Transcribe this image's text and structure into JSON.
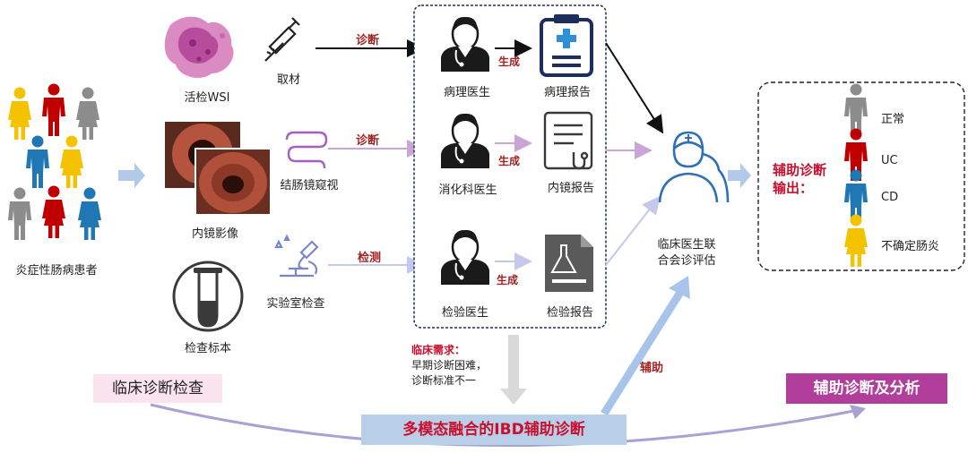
{
  "patients": {
    "label": "炎症性肠病患者"
  },
  "inputs": {
    "wsi": "活检WSI",
    "endo_image": "内镜影像",
    "specimen": "检查标本"
  },
  "procedures": {
    "sampling": "取材",
    "colonoscopy": "结肠镜窥视",
    "lab_test": "实验室检查"
  },
  "arrows": {
    "diagnose_1": "诊断",
    "diagnose_2": "诊断",
    "detect": "检测",
    "generate_1": "生成",
    "generate_2": "生成",
    "generate_3": "生成",
    "assist": "辅助"
  },
  "doctors": {
    "pathologist": "病理医生",
    "gastro": "消化科医生",
    "lab": "检验医生"
  },
  "reports": {
    "pathology": "病理报告",
    "endoscopy": "内镜报告",
    "lab": "检验报告"
  },
  "joint": {
    "line1": "临床医生联",
    "line2": "合会诊评估"
  },
  "output": {
    "title_line1": "辅助诊断",
    "title_line2": "输出：",
    "items": [
      {
        "label": "正常",
        "color": "#8c8c8c"
      },
      {
        "label": "UC",
        "color": "#c00000"
      },
      {
        "label": "CD",
        "color": "#1f77b4"
      },
      {
        "label": "不确定肠炎",
        "color": "#f5c200"
      }
    ]
  },
  "clinical_needs": {
    "title": "临床需求：",
    "line1": "早期诊断困难，",
    "line2": "诊断标准不一"
  },
  "bottom": {
    "clinical_exam": "临床诊断检查",
    "multimodal": "多模态融合的IBD辅助诊断",
    "assist_analysis": "辅助诊断及分析"
  },
  "colors": {
    "person_yellow": "#f5c200",
    "person_red": "#c00000",
    "person_grey": "#8c8c8c",
    "person_blue": "#1f77b4",
    "doctor_panel_border": "#1f2d5a",
    "purple_arrow": "#c9a6d6",
    "lavender_arrow": "#c5c8ec"
  }
}
